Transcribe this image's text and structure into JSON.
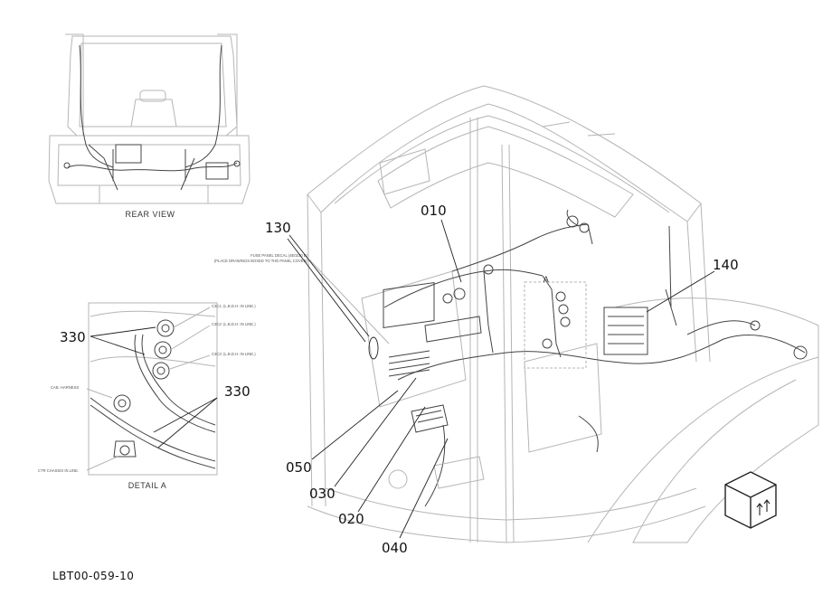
{
  "callouts": {
    "c010": "010",
    "c130": "130",
    "c140": "140",
    "c330a": "330",
    "c330b": "330",
    "c050": "050",
    "c030": "030",
    "c020": "020",
    "c040": "040"
  },
  "captions": {
    "rear_view": "REAR VIEW",
    "detail_a": "DETAIL A",
    "detail_marker": "A",
    "doc_id": "LBT00-059-10"
  },
  "notes": {
    "fuse_panel": "FUSE PANEL DECAL (4E0230 E)",
    "fuse_panel_sub": "(PLACE DRAWINGS BOXED TO THE PANEL COVER)",
    "clip1": "C3C1: (L.B.D.H. IN LINE.)",
    "clip2": "C3C2: (L.B.D.H. IN LINE.)",
    "clip3": "C3C3: (L.B.D.H. IN LINE.)",
    "cab_harness": "CAB. HARNESS",
    "ctr_chassis": "CTR CHASSIS IN LINE."
  }
}
